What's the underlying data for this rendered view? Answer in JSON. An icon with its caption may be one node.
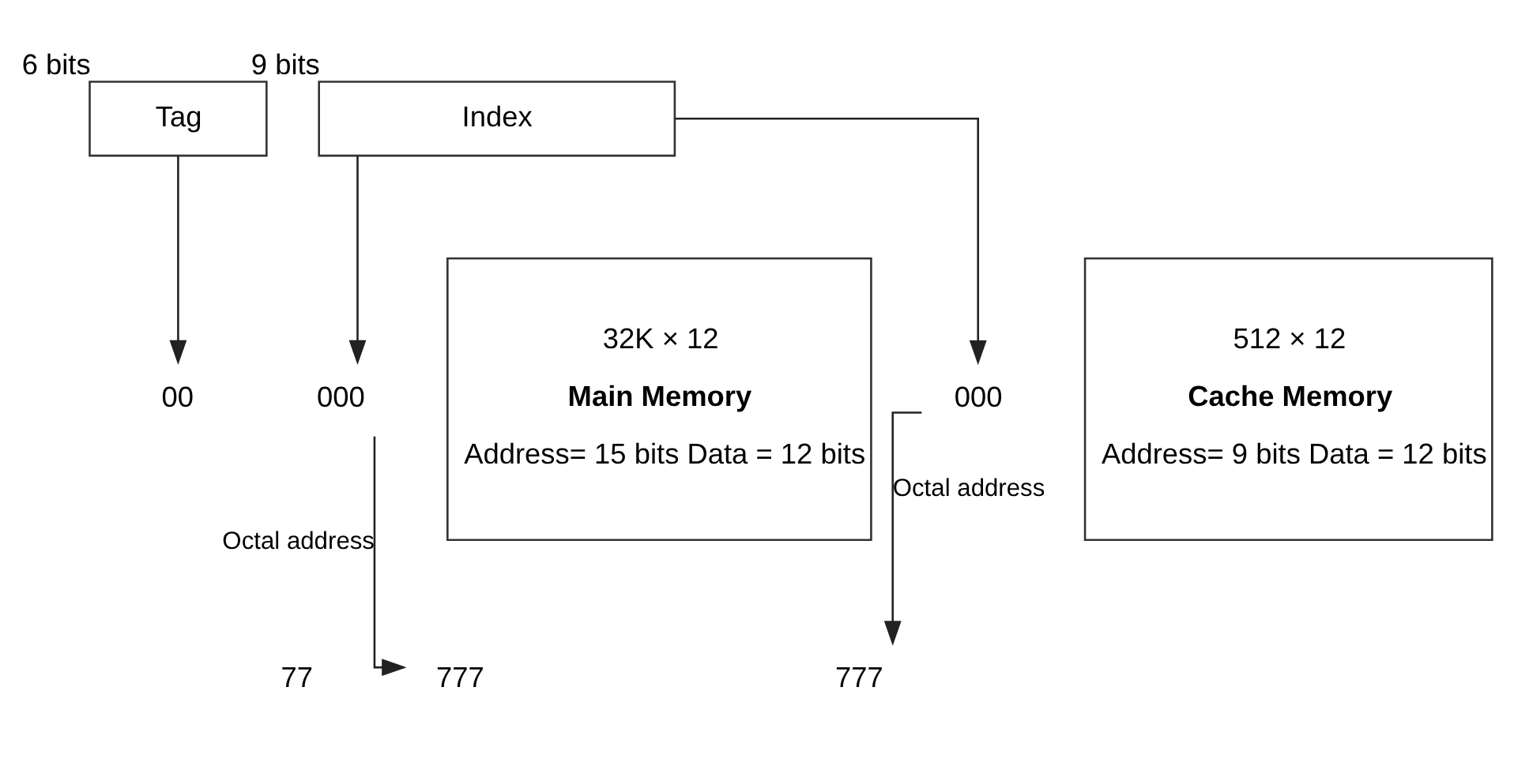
{
  "diagram": {
    "nodes": [
      {
        "text": [
          "Tag"
        ],
        "beside": [
          "6 bits"
        ]
      },
      {
        "text": [
          "Index"
        ],
        "beside": [
          "9 bits"
        ]
      },
      {
        "text": [
          "00"
        ]
      },
      {
        "text": [
          "000"
        ]
      },
      {
        "text": [
          "77"
        ]
      },
      {
        "text": [
          "777"
        ]
      },
      {
        "text": [
          "32K × 12",
          "Main Memory",
          "Address= 15 bits Data = 12 bits"
        ]
      },
      {
        "text": [
          "000"
        ]
      },
      {
        "text": [
          "777"
        ]
      },
      {
        "text": [
          "512 × 12",
          "Cache Memory",
          "Address= 9 bits Data = 12 bits"
        ]
      }
    ],
    "edges": [
      {
        "from": 0,
        "to": 2,
        "arrow": "to"
      },
      {
        "from": 1,
        "to": 3,
        "arrow": "to"
      },
      {
        "from": 1,
        "to": 7,
        "arrow": "to"
      },
      {
        "from": 3,
        "to": 5,
        "arrow": "to",
        "label": "Octal address"
      },
      {
        "from": 7,
        "to": 8,
        "arrow": "to",
        "label": "Octal address"
      }
    ]
  }
}
